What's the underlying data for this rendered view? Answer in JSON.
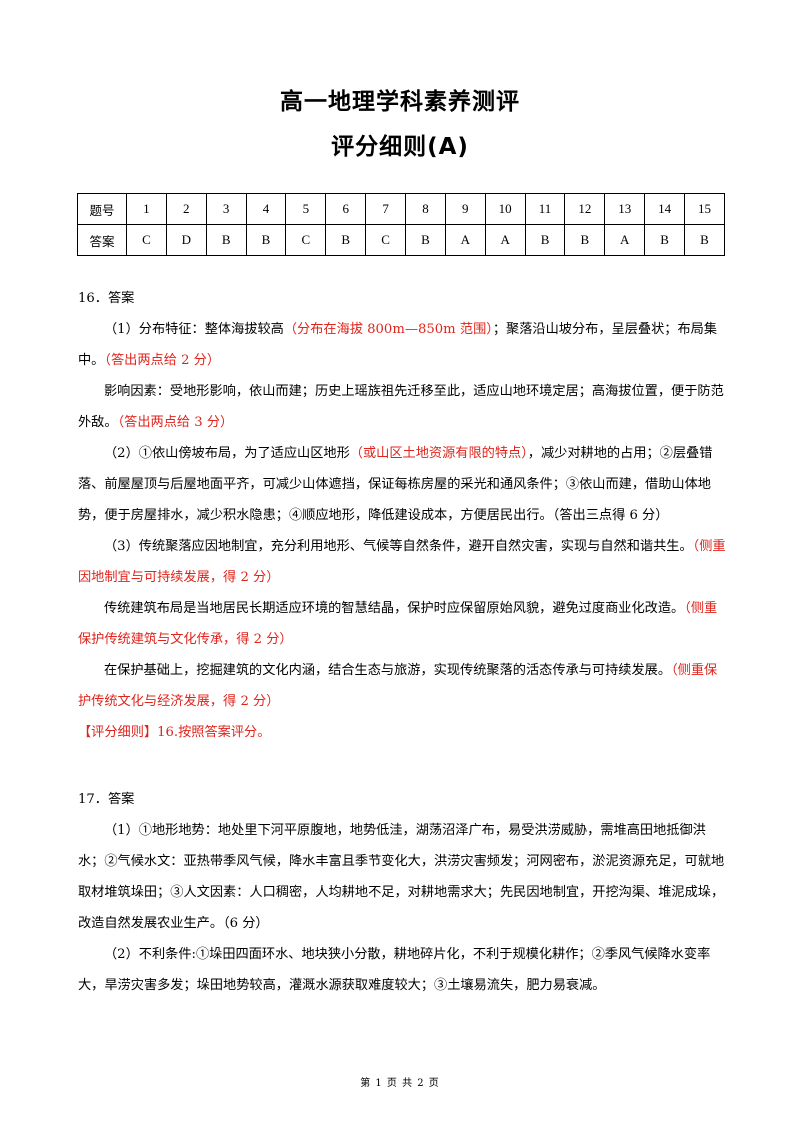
{
  "header": {
    "title": "高一地理学科素养测评",
    "subtitle": "评分细则(A)"
  },
  "answer_table": {
    "row1_label": "题号",
    "row2_label": "答案",
    "numbers": [
      "1",
      "2",
      "3",
      "4",
      "5",
      "6",
      "7",
      "8",
      "9",
      "10",
      "11",
      "12",
      "13",
      "14",
      "15"
    ],
    "answers": [
      "C",
      "D",
      "B",
      "B",
      "C",
      "B",
      "C",
      "B",
      "A",
      "A",
      "B",
      "B",
      "A",
      "B",
      "B"
    ]
  },
  "q16": {
    "heading": "16．答案",
    "p1a": "（1）分布特征：整体海拔较高",
    "p1b": "（分布在海拔 800m—850m 范围）",
    "p1c": "；聚落沿山坡分布，呈层叠状；布局集中。",
    "p1d": "（答出两点给 2 分）",
    "p2a": "影响因素：受地形影响，依山而建；历史上瑶族祖先迁移至此，适应山地环境定居；高海拔位置，便于防范外敌。",
    "p2b": "（答出两点给 3 分）",
    "p3a": "（2）①依山傍坡布局，为了适应山区地形",
    "p3b": "（或山区土地资源有限的特点）",
    "p3c": "，减少对耕地的占用；②层叠错落、前屋屋顶与后屋地面平齐，可减少山体遮挡，保证每栋房屋的采光和通风条件；③依山而建，借助山体地势，便于房屋排水，减少积水隐患；④顺应地形，降低建设成本，方便居民出行。（答出三点得 6 分）",
    "p4a": "（3）传统聚落应因地制宜，充分利用地形、气候等自然条件，避开自然灾害，实现与自然和谐共生。",
    "p4b": "（侧重因地制宜与可持续发展，得 2 分）",
    "p5a": "传统建筑布局是当地居民长期适应环境的智慧结晶，保护时应保留原始风貌，避免过度商业化改造。",
    "p5b": "（侧重保护传统建筑与文化传承，得 2 分）",
    "p6a": "在保护基础上，挖掘建筑的文化内涵，结合生态与旅游，实现传统聚落的活态传承与可持续发展。",
    "p6b": "（侧重保护传统文化与经济发展，得 2 分）",
    "rule_label": "【评分细则】",
    "rule_text": "16.按照答案评分。"
  },
  "q17": {
    "heading": "17．答案",
    "p1": "（1）①地形地势：地处里下河平原腹地，地势低洼，湖荡沼泽广布，易受洪涝威胁，需堆高田地抵御洪水；②气候水文：亚热带季风气候，降水丰富且季节变化大，洪涝灾害频发；河网密布，淤泥资源充足，可就地取材堆筑垛田；③人文因素：人口稠密，人均耕地不足，对耕地需求大；先民因地制宜，开挖沟渠、堆泥成垛，改造自然发展农业生产。（6 分）",
    "p2": "（2）不利条件:①垛田四面环水、地块狭小分散，耕地碎片化，不利于规模化耕作；②季风气候降水变率大，旱涝灾害多发；垛田地势较高，灌溉水源获取难度较大；③土壤易流失，肥力易衰减。"
  },
  "footer": {
    "page_text": "第 1 页 共 2 页"
  },
  "colors": {
    "red_annotation": "#e0241c",
    "text": "#000000"
  }
}
